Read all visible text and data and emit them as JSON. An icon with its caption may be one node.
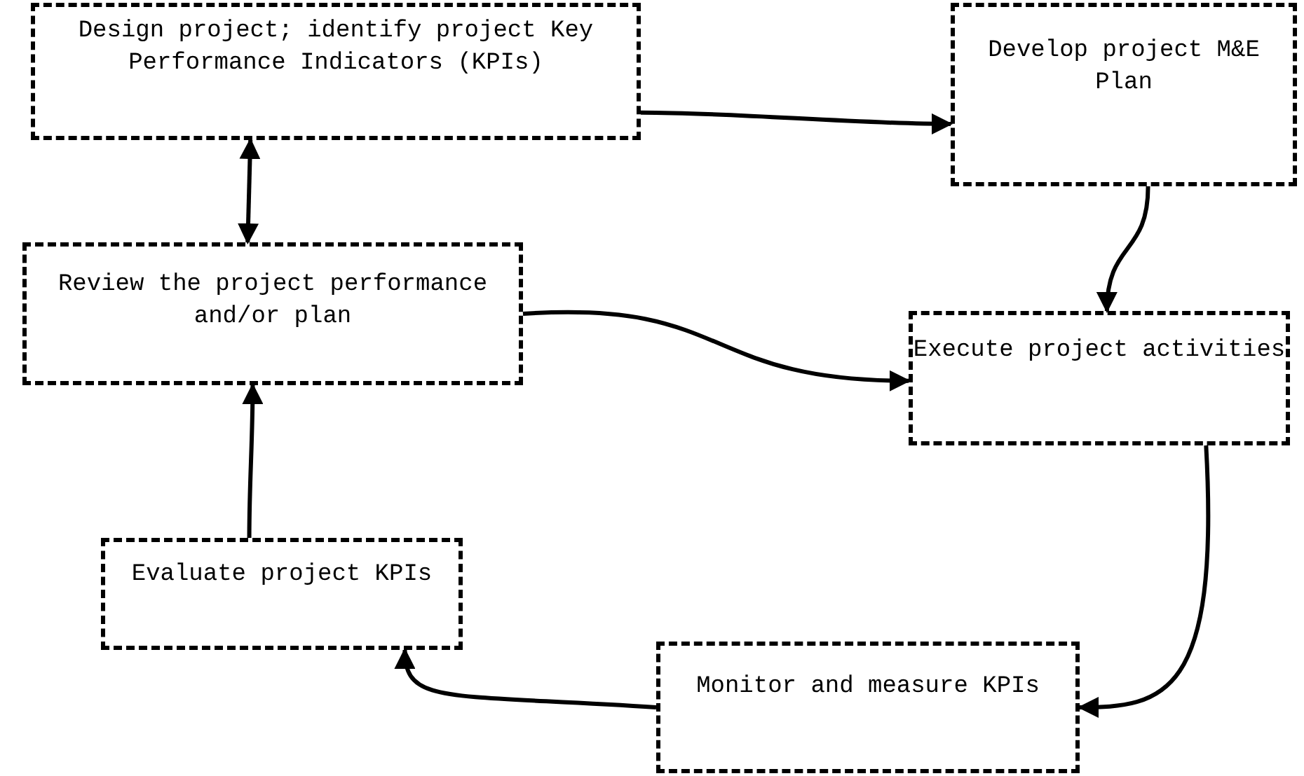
{
  "diagram": {
    "nodes": [
      {
        "text": [
          "Design project; identify project Key Performance Indicators (KPIs)"
        ]
      },
      {
        "text": [
          "Develop project M&E Plan"
        ]
      },
      {
        "text": [
          "Review the project performance and/or plan"
        ]
      },
      {
        "text": [
          "Execute project activities"
        ]
      },
      {
        "text": [
          "Evaluate project KPIs"
        ]
      },
      {
        "text": [
          "Monitor and measure KPIs"
        ]
      }
    ],
    "edges": [
      {
        "from": 0,
        "to": 1,
        "arrow": "to"
      },
      {
        "from": 1,
        "to": 3,
        "arrow": "to"
      },
      {
        "from": 0,
        "to": 2,
        "arrow": "both"
      },
      {
        "from": 2,
        "to": 3,
        "arrow": "to"
      },
      {
        "from": 3,
        "to": 5,
        "arrow": "to"
      },
      {
        "from": 5,
        "to": 4,
        "arrow": "to"
      },
      {
        "from": 4,
        "to": 2,
        "arrow": "to"
      }
    ]
  }
}
